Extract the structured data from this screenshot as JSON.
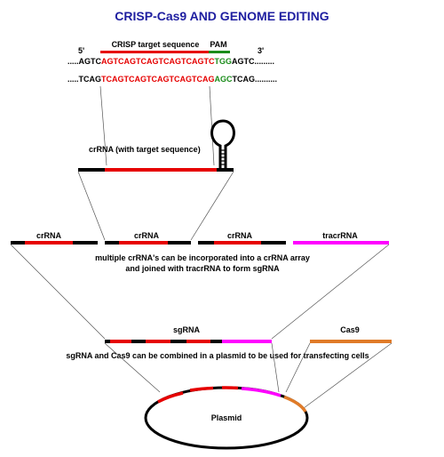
{
  "title": "CRISP-Cas9 AND GENOME EDITING",
  "colors": {
    "black": "#000000",
    "red": "#e60000",
    "green": "#1a8c1a",
    "magenta": "#ff00ff",
    "orange": "#e07b28",
    "title": "#1e1ea0"
  },
  "sequence": {
    "five_prime": "5'",
    "three_prime": "3'",
    "target_label": "CRISP target sequence",
    "pam_label": "PAM",
    "top_prefix": ".....AGTC",
    "top_target": "AGTCAGTCAGTCAGTCAGTC",
    "top_pam": "TGG",
    "top_suffix": "AGTC.........",
    "bottom_prefix": ".....TCAG",
    "bottom_target": "TCAGTCAGTCAGTCAGTCAG",
    "bottom_pam": "AGC",
    "bottom_suffix": "TCAG.........."
  },
  "crrna_label": "crRNA (with target sequence)",
  "array": {
    "crrna_labels": [
      "crRNA",
      "crRNA",
      "crRNA"
    ],
    "tracr_label": "tracrRNA",
    "caption_line1": "multiple crRNA's can be incorporated into a crRNA array",
    "caption_line2": "and joined with tracrRNA to form sgRNA"
  },
  "sgrna": {
    "label": "sgRNA",
    "cas9_label": "Cas9",
    "caption": "sgRNA and Cas9 can be combined in a plasmid to be used for transfecting cells"
  },
  "plasmid_label": "Plasmid"
}
